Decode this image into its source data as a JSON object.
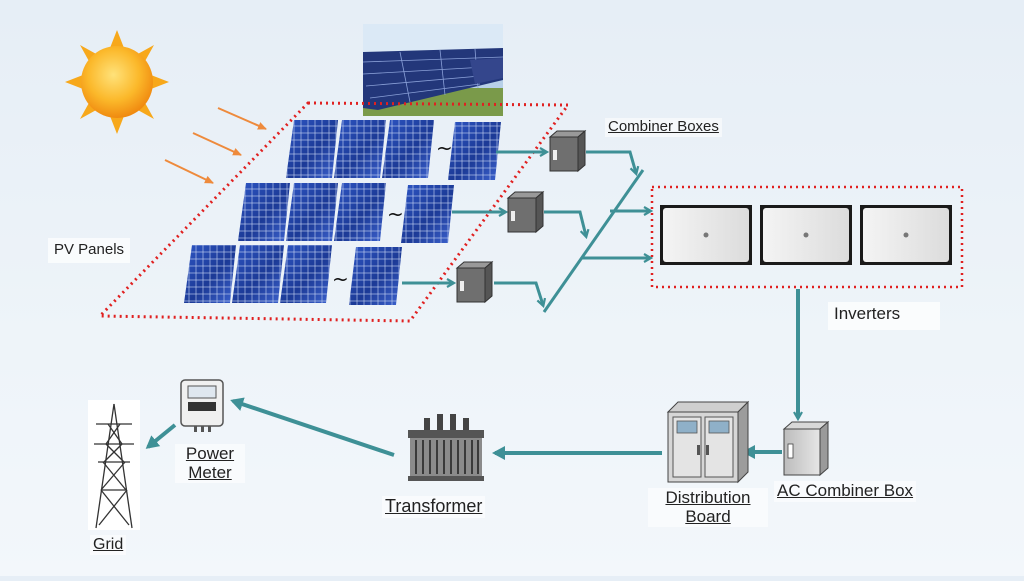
{
  "labels": {
    "combiner_boxes": "Combiner Boxes",
    "pv_panels": "PV Panels",
    "inverters": "Inverters",
    "power_meter": "Power Meter",
    "grid": "Grid",
    "transformer": "Transformer",
    "distribution_board": "Distribution Board",
    "ac_combiner_box": "AC Combiner Box"
  },
  "colors": {
    "flow_arrow": "#3e9096",
    "sun_rays_arrow": "#ee8a3c",
    "dashed_outline": "#e02020",
    "panel_blue": "#1f3f9c",
    "sun": "#f7a81b"
  },
  "icons": [
    "sun-icon",
    "solar-farm-photo",
    "pv-panel-icon",
    "combiner-box-icon",
    "inverter-icon",
    "ac-combiner-box-icon",
    "distribution-board-icon",
    "transformer-icon",
    "power-meter-icon",
    "transmission-tower-icon"
  ]
}
